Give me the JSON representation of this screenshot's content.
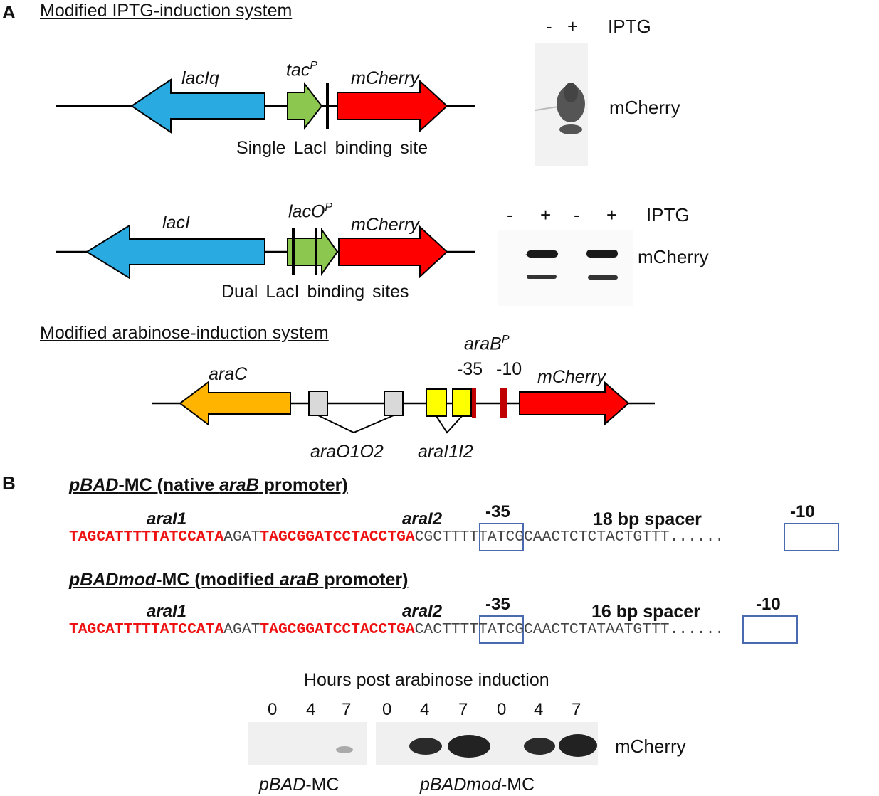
{
  "panel_a": {
    "letter": "A",
    "iptg_title": "Modified IPTG-induction system",
    "construct1": {
      "repressor": "lacIq",
      "promoter_base": "tac",
      "promoter_sup": "P",
      "reporter": "mCherry",
      "caption": "Single LacI binding site"
    },
    "blot1": {
      "minus": "-",
      "plus": "+",
      "inducer": "IPTG",
      "protein": "mCherry"
    },
    "construct2": {
      "repressor": "lacI",
      "promoter_base": "lacO",
      "promoter_sup": "P",
      "reporter": "mCherry",
      "caption": "Dual LacI binding sites"
    },
    "blot2": {
      "minus1": "-",
      "plus1": "+",
      "minus2": "-",
      "plus2": "+",
      "inducer": "IPTG",
      "protein": "mCherry"
    },
    "ara_title": "Modified arabinose-induction system",
    "construct3": {
      "regulator": "araC",
      "promoter_base": "araB",
      "promoter_sup": "P",
      "minus35": "-35",
      "minus10": "-10",
      "reporter": "mCherry",
      "operators": "araO1O2",
      "inducer_sites": "araI1I2"
    }
  },
  "panel_b": {
    "letter": "B",
    "native": {
      "title_italic": "pBAD",
      "title_mid": "-MC (native ",
      "title_italic2": "araB",
      "title_end": " promoter)",
      "site1": "araI1",
      "site2": "araI2",
      "box35": "-35",
      "spacer": "18 bp spacer",
      "box10": "-10",
      "seq_red1": "TAGCATTTTTATCCATA",
      "seq_gray1": "AGAT",
      "seq_red2": "TAGCGGATCCTACCTGA",
      "seq_gray2": "CGCTTTTTATCGCAACTCTCTACTGTTT......"
    },
    "modified": {
      "title_italic": "pBADmod",
      "title_mid": "-MC (modified ",
      "title_italic2": "araB",
      "title_end": " promoter)",
      "site1": "araI1",
      "site2": "araI2",
      "box35": "-35",
      "spacer": "16 bp spacer",
      "box10": "-10",
      "seq_red1": "TAGCATTTTTATCCATA",
      "seq_gray1": "AGAT",
      "seq_red2": "TAGCGGATCCTACCTGA",
      "seq_gray2": "CACTTTTTATCGCAACTCTATAATGTTT......"
    },
    "blot": {
      "title": "Hours post arabinose induction",
      "lanes": [
        "0",
        "4",
        "7",
        "0",
        "4",
        "7",
        "0",
        "4",
        "7"
      ],
      "protein": "mCherry",
      "group1_italic": "pBAD",
      "group1_suffix": "-MC",
      "group2_italic": "pBADmod",
      "group2_suffix": "-MC"
    }
  },
  "colors": {
    "laci_blue": "#29abe2",
    "promoter_green": "#8cc850",
    "mcherry_red": "#ff0000",
    "arac_orange": "#ffb400",
    "operator_gray": "#d9d9d9",
    "inducer_yellow": "#ffff00",
    "box_blue": "#4a6ab0",
    "seq_red": "#ee1111"
  }
}
